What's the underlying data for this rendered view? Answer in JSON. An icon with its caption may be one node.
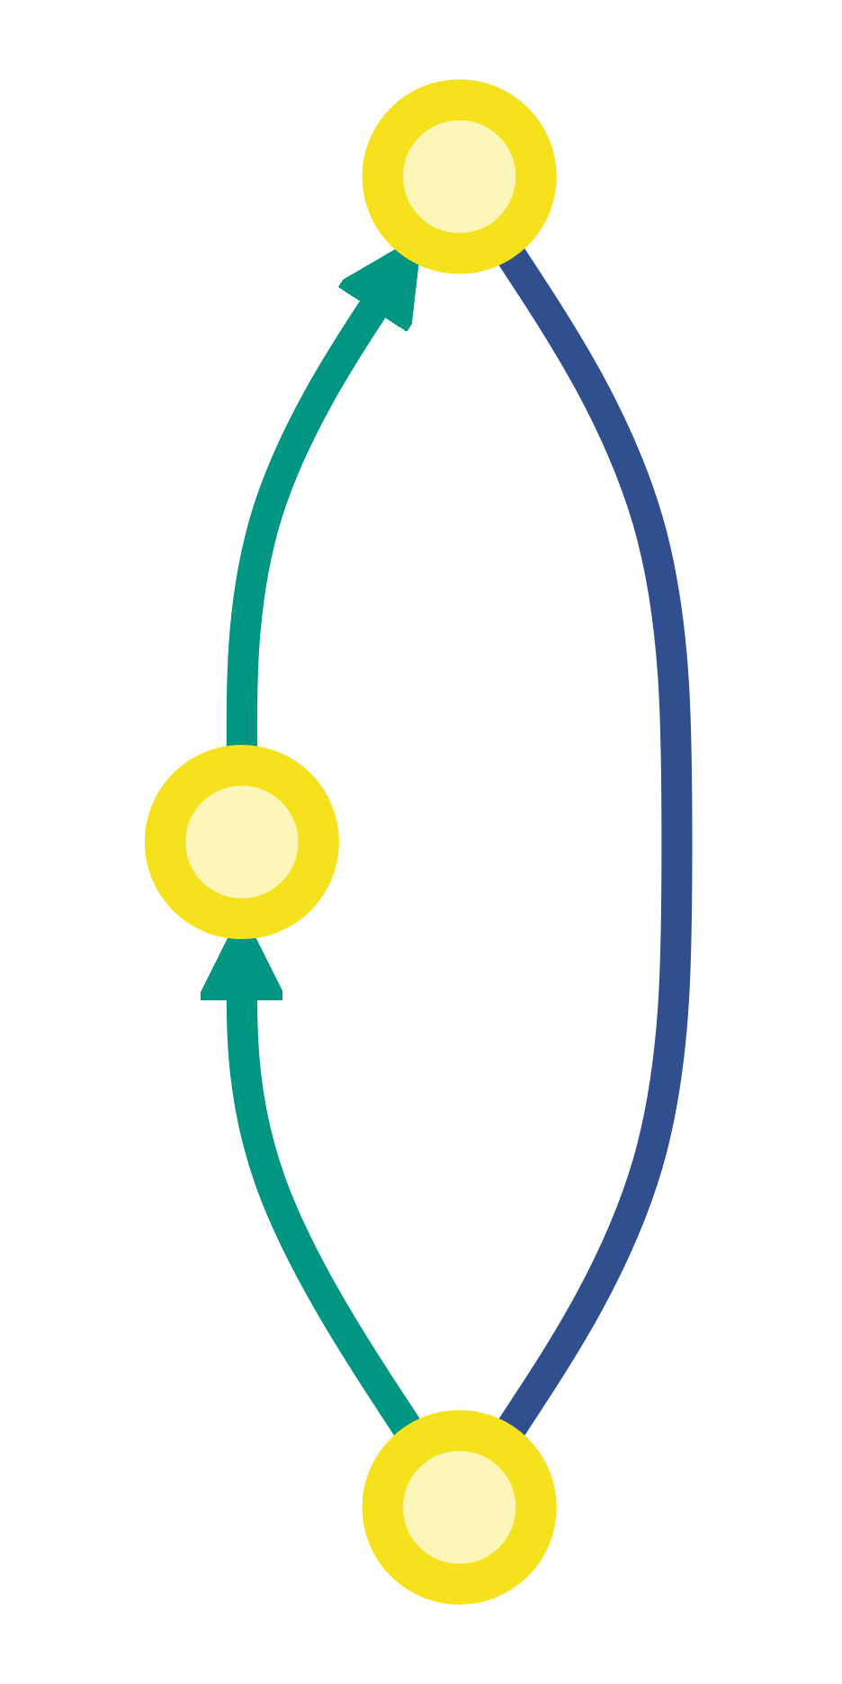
{
  "diagram": {
    "nodes": [
      {
        "text": [],
        "shape": "circle"
      },
      {
        "text": [],
        "shape": "circle"
      },
      {
        "text": [],
        "shape": "circle"
      }
    ],
    "edges": [
      {
        "from": 2,
        "to": 1,
        "arrow": "to"
      },
      {
        "from": 1,
        "to": 0,
        "arrow": "to"
      },
      {
        "from": 2,
        "to": 0,
        "arrow": "none",
        "color": "#2f4f8f"
      }
    ]
  }
}
